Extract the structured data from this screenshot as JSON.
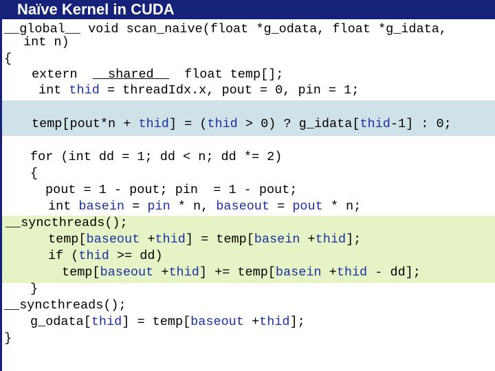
{
  "slide": {
    "title": "Naïve Kernel in CUDA"
  },
  "colors": {
    "title_bar": "#16227a",
    "code_text": "#000000",
    "variable_highlight": "#1b2fa8",
    "band_blue": "#cfe2e7",
    "band_green": "#e6f3c4"
  },
  "code": {
    "l1": "__global__ void scan_naive(float *g_odata, float *g_idata,",
    "l2": "int n)",
    "l3": "{",
    "l4": {
      "a": "extern  ",
      "b": "__shared__",
      "c": "  float temp[];"
    },
    "l5": {
      "a": "int ",
      "b": "thid",
      "c": " = threadIdx.x, pout = 0, pin = 1;"
    },
    "l6": {
      "a": "temp[pout*n + ",
      "b": "thid",
      "c": "] = (",
      "d": "thid",
      "e": " > 0) ? g_idata[",
      "f": "thid",
      "g": "-1] : 0;"
    },
    "l7": "for (int dd = 1; dd < n; dd *= 2)",
    "l8": "{",
    "l9": {
      "a": "pout = 1 - pout; pin  = 1 - pout;"
    },
    "l10": {
      "a": "int ",
      "b": "basein",
      "c": " = ",
      "d": "pin",
      "e": " * n, ",
      "f": "baseout",
      "g": " = ",
      "h": "pout",
      "i": " * n;"
    },
    "l11": "__syncthreads();",
    "l12": {
      "a": "temp[",
      "b": "baseout",
      "c": " +",
      "d": "thid",
      "e": "] = temp[",
      "f": "basein",
      "g": " +",
      "h": "thid",
      "i": "];"
    },
    "l13": {
      "a": "if (",
      "b": "thid",
      "c": " >= dd)"
    },
    "l14": {
      "a": "temp[",
      "b": "baseout",
      "c": " +",
      "d": "thid",
      "e": "] += temp[",
      "f": "basein",
      "g": " +",
      "h": "thid",
      "i": " - dd];"
    },
    "l15": "}",
    "l16": "__syncthreads();",
    "l17": {
      "a": "g_odata[",
      "b": "thid",
      "c": "] = temp[",
      "d": "baseout",
      "e": " +",
      "f": "thid",
      "g": "];"
    },
    "l18": "}"
  }
}
